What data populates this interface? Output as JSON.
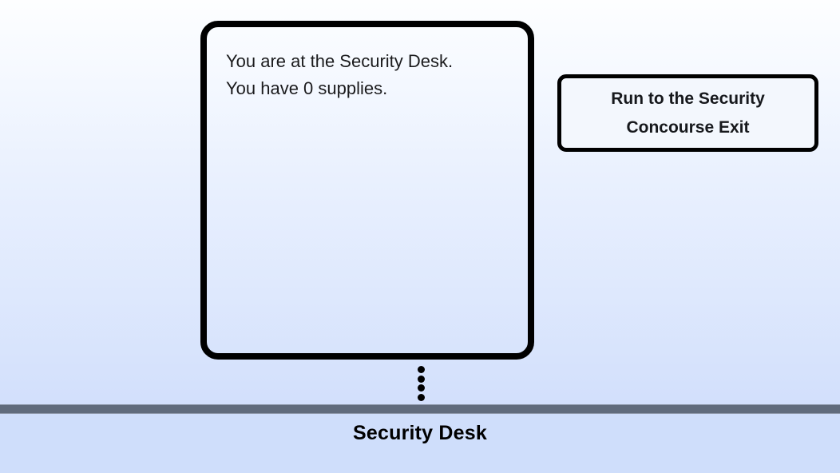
{
  "scene": {
    "location_label": "Security Desk",
    "background": {
      "top_color": "#fdfeff",
      "bottom_color": "#cfdefb"
    },
    "ground_bar_color": "#606b7c",
    "tether": {
      "dot_count": 4,
      "dot_color": "#000000"
    }
  },
  "text_panel": {
    "border_color": "#000000",
    "lines": [
      "You are at the Security Desk.",
      "You have 0 supplies."
    ],
    "status": {
      "location": "Security Desk",
      "supplies_count": "0"
    }
  },
  "actions": [
    {
      "label": "Run to the Security Concourse Exit",
      "line_1": "Run to the Security",
      "line_2": "Concourse Exit"
    }
  ]
}
